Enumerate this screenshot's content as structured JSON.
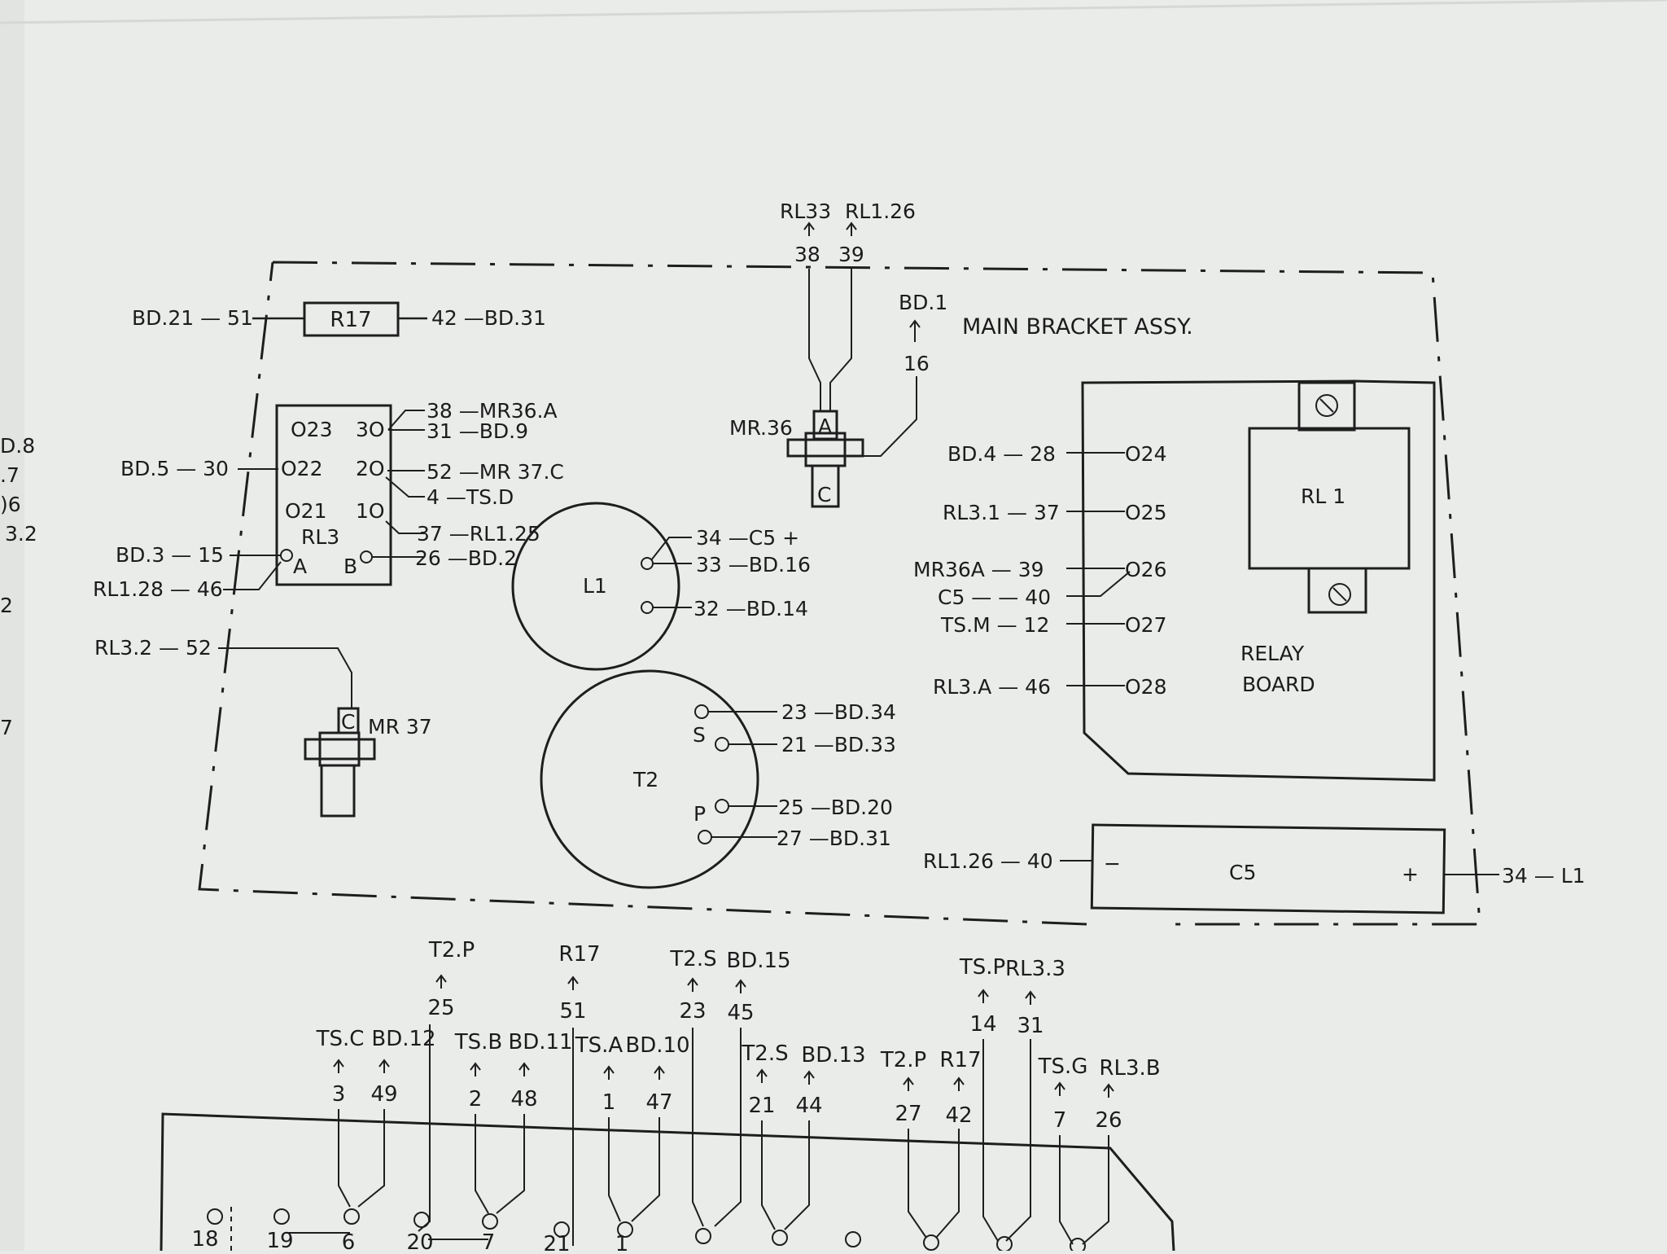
{
  "assembly_title": "MAIN BRACKET ASSY.",
  "left_margin_fragments": [
    "D.8",
    ".7",
    ")6",
    "3.2",
    "2",
    "7"
  ],
  "components": {
    "r17": "R17",
    "rl3": "RL3",
    "mr36": "MR.36",
    "mr36_a": "A",
    "mr36_c": "C",
    "mr37": "MR 37",
    "mr37_c": "C",
    "l1": "L1",
    "t2": "T2",
    "t2_s": "S",
    "t2_p": "P",
    "rl1": "RL 1",
    "relay_board_1": "RELAY",
    "relay_board_2": "BOARD",
    "c5": "C5",
    "c5_minus": "−",
    "c5_plus": "+"
  },
  "rl3_pins": {
    "p23": "O23",
    "p3": "3O",
    "p22": "O22",
    "p2": "2O",
    "p21": "O21",
    "p1": "1O",
    "pA": "A",
    "pB": "B"
  },
  "relay_board_pins": [
    "O24",
    "O25",
    "O26",
    "O27",
    "O28"
  ],
  "top_conn": {
    "left": "RL33",
    "right": "RL1.26",
    "n_left": "38",
    "n_right": "39"
  },
  "bd1": {
    "label": "BD.1",
    "wire": "16"
  },
  "wires": {
    "r17_left": "BD.21 —  51",
    "r17_right": "42 —BD.31",
    "rl3_38": "38 —MR36.A",
    "rl3_31": "31 —BD.9",
    "rl3_52": "52 —MR 37.C",
    "rl3_4": "4 —TS.D",
    "rl3_37": "37 —RL1.25",
    "rl3_26": "26 —BD.2",
    "bd5": "BD.5 — 30",
    "bd3": "BD.3 —  15",
    "rl128": "RL1.28 — 46",
    "rl32": "RL3.2 — 52",
    "l1_34": "34 —C5 +",
    "l1_33": "33 —BD.16",
    "l1_32": "32 —BD.14",
    "t2_23": "23 —BD.34",
    "t2_21": "21 —BD.33",
    "t2_25": "25 —BD.20",
    "t2_27": "27 —BD.31",
    "rb_28": "BD.4 —  28",
    "rb_37": "RL3.1 —  37",
    "rb_39": "MR36A —  39",
    "rb_40": "C5 — —  40",
    "rb_12": "TS.M —  12",
    "rb_46": "RL3.A — 46",
    "c5_40": "RL1.26 — 40",
    "c5_34": "34 — L1"
  },
  "bottom_connectors": [
    {
      "label": "T2.P",
      "num": "25"
    },
    {
      "label": "R17",
      "num": "51"
    },
    {
      "label": "T2.S",
      "num": "23"
    },
    {
      "label": "BD.15",
      "num": "45"
    },
    {
      "label": "TS.P",
      "num": "14"
    },
    {
      "label": "RL3.3",
      "num": "31"
    },
    {
      "label": "TS.C",
      "num": "3"
    },
    {
      "label": "BD.12",
      "num": "49"
    },
    {
      "label": "TS.B",
      "num": "2"
    },
    {
      "label": "BD.11",
      "num": "48"
    },
    {
      "label": "TS.A",
      "num": "1"
    },
    {
      "label": "BD.10",
      "num": "47"
    },
    {
      "label": "T2.S",
      "num": "21"
    },
    {
      "label": "BD.13",
      "num": "44"
    },
    {
      "label": "T2.P",
      "num": "27"
    },
    {
      "label": "R17",
      "num": "42"
    },
    {
      "label": "TS.G",
      "num": "7"
    },
    {
      "label": "RL3.B",
      "num": "26"
    }
  ],
  "terminal_numbers": [
    "18",
    "19",
    "6",
    "20",
    "7",
    "21",
    "1"
  ]
}
